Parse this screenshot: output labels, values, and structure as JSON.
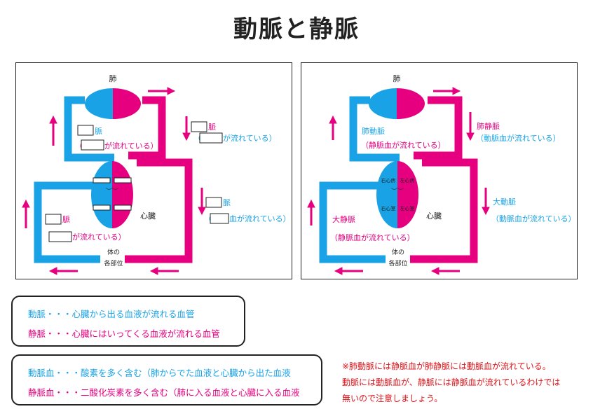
{
  "title": "動脈と静脈",
  "colors": {
    "blue": "#19a3e6",
    "pink": "#e6007f",
    "note": "#e0161d",
    "dark": "#222222"
  },
  "left_diagram": {
    "lung_label": "肺",
    "heart_label": "心臓",
    "body_label_1": "体の",
    "body_label_2": "各部位",
    "pulmonary_artery_suffix": "脈",
    "pulmonary_artery_blood": "が流れている）",
    "pulmonary_artery_paren": "（",
    "pulmonary_vein_suffix": "脈",
    "pulmonary_vein_blood": "が流れている）",
    "pulmonary_vein_paren": "（",
    "aorta_suffix": "脈",
    "aorta_blood": "血が流れている）",
    "aorta_paren": "（",
    "vena_cava_suffix": "脈",
    "vena_cava_blood": "が流れている）",
    "vena_cava_paren": "（"
  },
  "right_diagram": {
    "lung_label": "肺",
    "heart_label": "心臓",
    "body_label_1": "体の",
    "body_label_2": "各部位",
    "right_atrium": "右心房",
    "left_atrium": "左心房",
    "right_ventricle": "右心室",
    "left_ventricle": "左心室",
    "pulmonary_artery": "肺動脈",
    "pulmonary_artery_blood": "（静脈血が流れている）",
    "pulmonary_vein": "肺静脈",
    "pulmonary_vein_blood": "（動脈血が流れている）",
    "aorta": "大動脈",
    "aorta_blood": "（動脈血が流れている）",
    "vena_cava": "大静脈",
    "vena_cava_blood": "（静脈血が流れている）"
  },
  "definitions": {
    "artery": "動脈・・・心臓から出る血液が流れる血管",
    "vein": "静脈・・・心臓にはいってくる血液が流れる血管"
  },
  "blood_types": {
    "arterial": "動脈血・・・酸素を多く含む（肺からでた血液と心臓から出た血液",
    "venous": "静脈血・・・二酸化炭素を多く含む（肺に入る血液と心臓に入る血液"
  },
  "note": {
    "line1": "※肺動脈には静脈血が肺静脈には動脈血が流れている。",
    "line2": "動脈には動脈血が、静脈には静脈血が流れているわけでは",
    "line3": "無いので注意しましょう。"
  }
}
